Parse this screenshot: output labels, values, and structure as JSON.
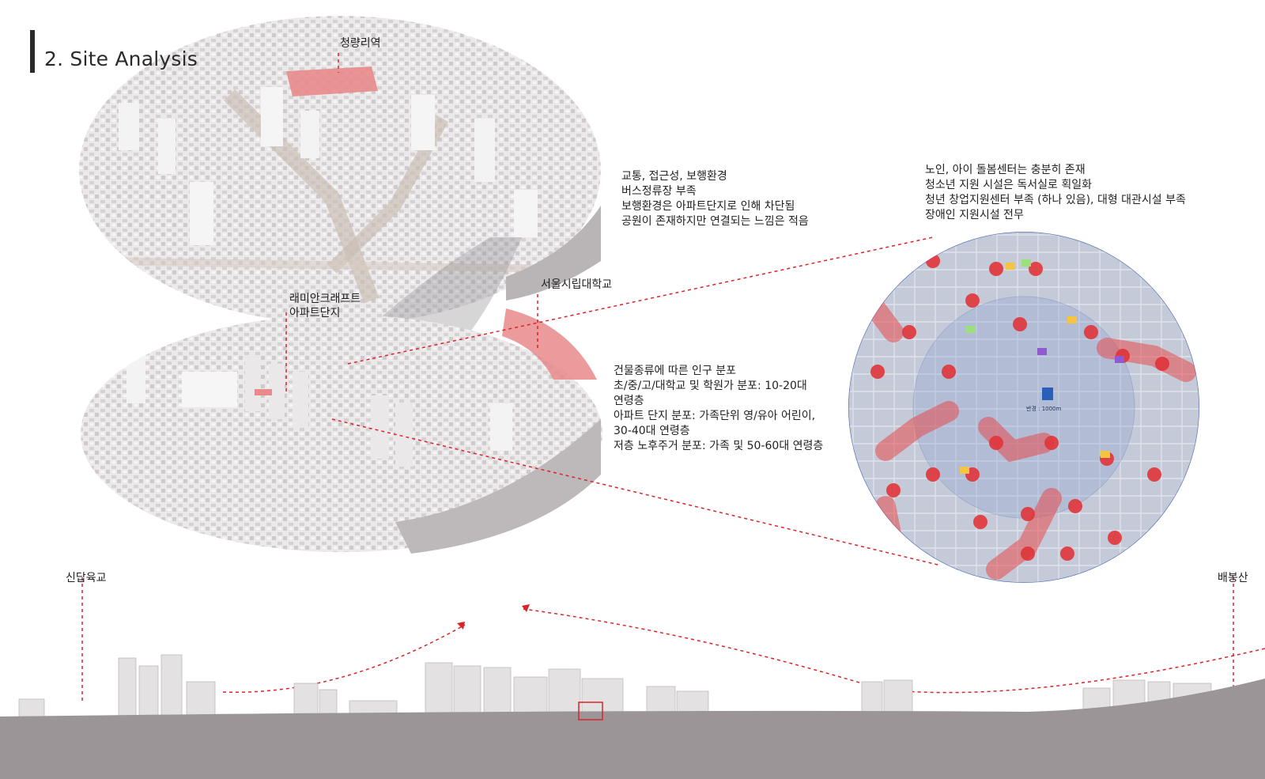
{
  "header": {
    "title": "2. Site Analysis"
  },
  "labels": {
    "station": "청량리역",
    "university": "서울시립대학교",
    "apartment_line1": "래미안크래프트",
    "apartment_line2": "아파트단지",
    "bridge": "신답육교",
    "mountain": "배봉산"
  },
  "notes": {
    "transport": [
      "교통, 접근성, 보행환경",
      "버스정류장 부족",
      "보행환경은 아파트단지로 인해 차단됨",
      "공원이 존재하지만 연결되는 느낌은 적음"
    ],
    "facilities": [
      "노인, 아이 돌봄센터는 충분히 존재",
      "청소년 지원 시설은 독서실로 획일화",
      "청년 창업지원센터 부족 (하나 있음), 대형 대관시설 부족",
      "장애인 지원시설 전무"
    ],
    "population": [
      "건물종류에 따른 인구 분포",
      "초/중/고/대학교 및 학원가 분포: 10-20대",
      "연령층",
      "아파트 단지 분포: 가족단위 영/유아 어린이,",
      "30-40대 연령층",
      "저층 노후주거 분포: 가족 및 50-60대 연령층"
    ]
  },
  "map": {
    "radius_label": "반경 : 1000m"
  },
  "colors": {
    "accent_red": "#d9252a",
    "highlight_red": "#e8898b",
    "map_base": "#c9cedb",
    "ground": "#9b9598",
    "building": "#e4e1e3"
  }
}
